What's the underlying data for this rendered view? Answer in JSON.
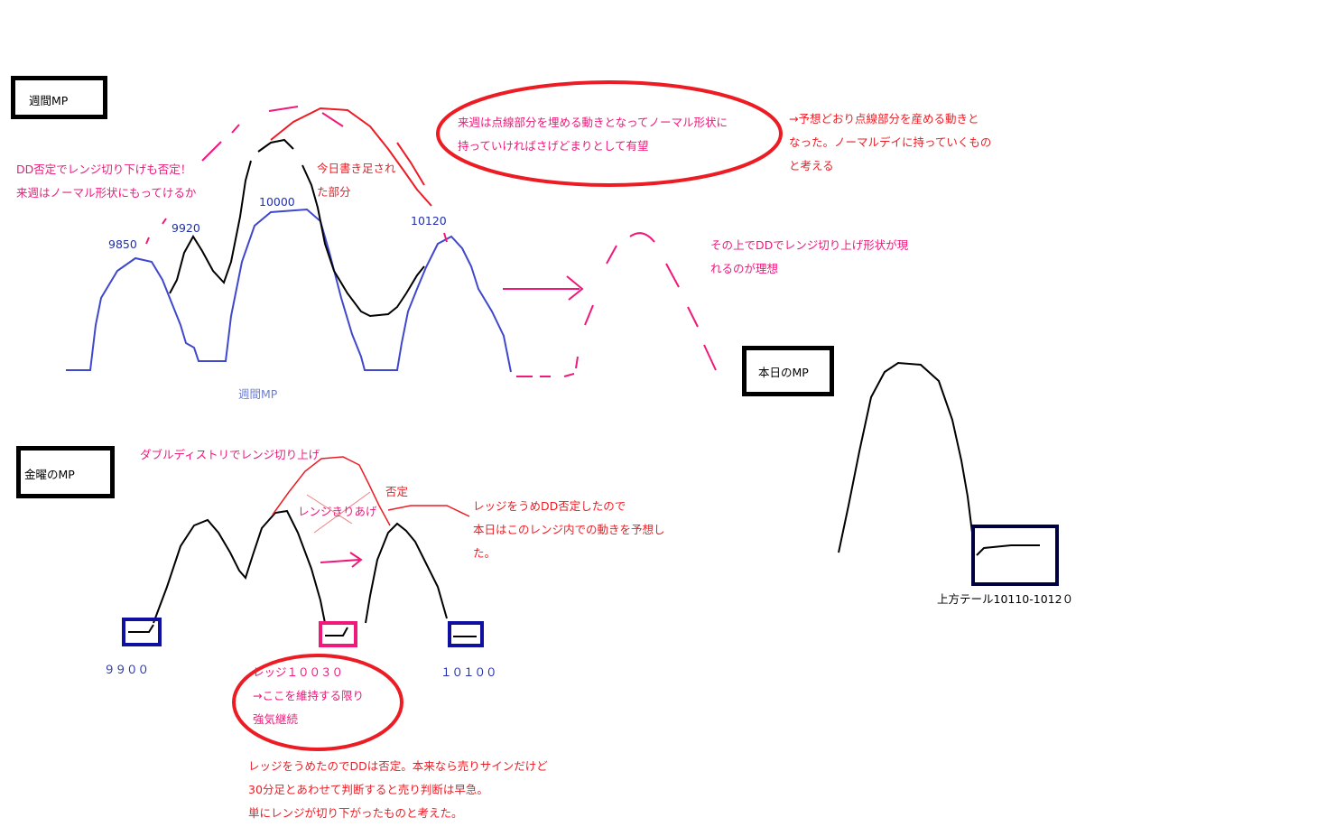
{
  "colors": {
    "pink": "#f0187a",
    "red": "#ed1c24",
    "blue": "#3f48cc",
    "navy": "#000080",
    "black": "#000000"
  },
  "weekly": {
    "title": "週間MP",
    "caption": "週間MP",
    "note_lines": [
      "DD否定でレンジ切り下げも否定！",
      "来週はノーマル形状にもってけるか"
    ],
    "added_note_lines": [
      "今日書き足され",
      "た部分"
    ],
    "prices": {
      "p1": "9850",
      "p2": "9920",
      "p3": "10000",
      "p4": "10120"
    },
    "oval_lines": [
      "来週は点線部分を埋める動きとなってノーマル形状に",
      "持っていければさげどまりとして有望"
    ],
    "result_lines": [
      "→予想どおり点線部分を産める動きと",
      "なった。ノーマルデイに持っていくもの",
      "と考える"
    ],
    "ideal_lines": [
      "その上でDDでレンジ切り上げ形状が現",
      "れるのが理想"
    ]
  },
  "friday": {
    "title": "金曜のMP",
    "double_dist": "ダブルディストリでレンジ切り上げ",
    "crossed": "レンジきりあげ",
    "denied": "否定",
    "ledge_lines": [
      "レッジをうめDD否定したので",
      "本日はこのレンジ内での動きを予想し",
      "た。"
    ],
    "low": "９９００",
    "ledge_oval_lines": [
      "レッジ１００３０",
      "→ここを維持する限り",
      "強気継続"
    ],
    "high": "１０１００",
    "bottom_lines": [
      "レッジをうめたのでDDは否定。本来なら売りサインだけど",
      "30分足とあわせて判断すると売り判断は早急。",
      "単にレンジが切り下がったものと考えた。"
    ]
  },
  "today": {
    "title": "本日のMP",
    "tail": "上方テール10110-1012０"
  }
}
